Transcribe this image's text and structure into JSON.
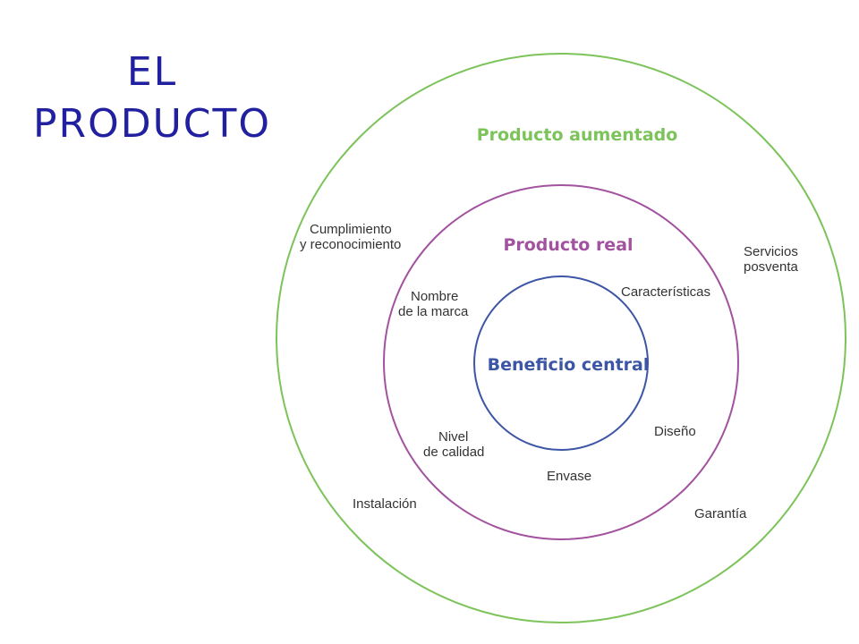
{
  "title": {
    "line1": "EL",
    "line2": "PRODUCTO"
  },
  "diagram": {
    "outer": {
      "title": "Producto aumentado",
      "color": "#7cc35a",
      "labels": {
        "cumplimiento_line1": "Cumplimiento",
        "cumplimiento_line2": "y reconocimiento",
        "servicios_line1": "Servicios",
        "servicios_line2": "posventa",
        "instalacion": "Instalación",
        "garantia": "Garantía"
      }
    },
    "middle": {
      "title": "Producto real",
      "color": "#a2529e",
      "labels": {
        "nombre_line1": "Nombre",
        "nombre_line2": "de la marca",
        "caracteristicas": "Características",
        "nivel_line1": "Nivel",
        "nivel_line2": "de calidad",
        "diseno": "Diseño",
        "envase": "Envase"
      }
    },
    "inner": {
      "title": "Beneficio central",
      "color": "#3c55a5"
    }
  }
}
